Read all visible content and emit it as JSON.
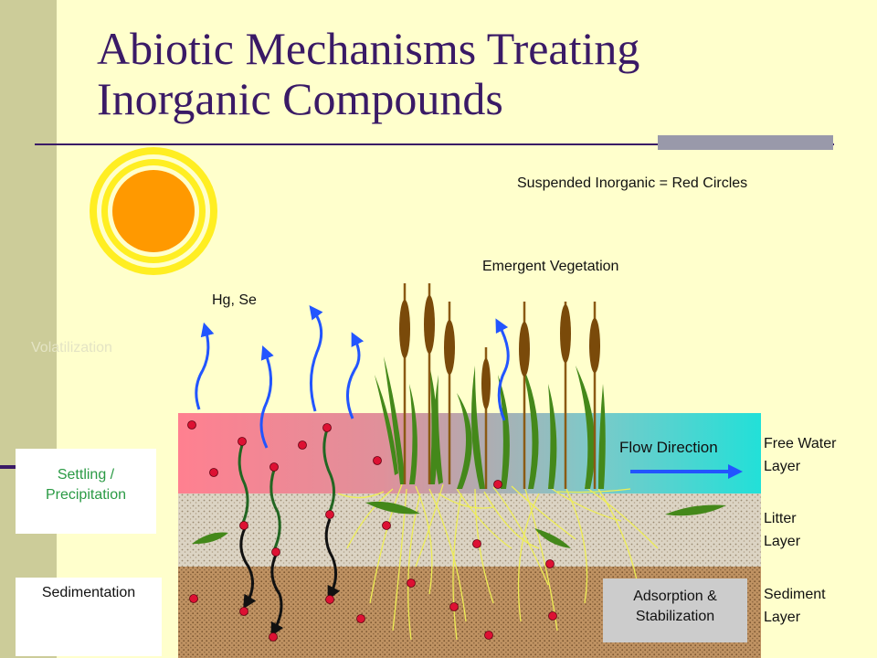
{
  "slide": {
    "title_line1": "Abiotic Mechanisms Treating",
    "title_line2": "Inorganic Compounds"
  },
  "labels": {
    "legend": "Suspended Inorganic = Red Circles",
    "emergent_vegetation": "Emergent Vegetation",
    "hg_se": "Hg, Se",
    "volatilization": "Volatilization",
    "flow_direction": "Flow Direction",
    "free_water_1": "Free Water",
    "free_water_2": "Layer",
    "litter_1": "Litter",
    "litter_2": "Layer",
    "sediment_1": "Sediment",
    "sediment_2": "Layer"
  },
  "boxes": {
    "settling_1": "Settling /",
    "settling_2": "Precipitation",
    "sedimentation": "Sedimentation",
    "adsorption_1": "Adsorption &",
    "adsorption_2": "Stabilization"
  },
  "colors": {
    "title": "#3a1a66",
    "water_left": "#ff8090",
    "water_right": "#22e0d8",
    "litter": "#d8d0c0",
    "sediment": "#b88a5a",
    "sun_core": "#ff9900",
    "sun_ring": "#ffee22",
    "particle": "#dd1133",
    "volatilization_arrow": "#2255ff",
    "settling_path": "#226622"
  }
}
